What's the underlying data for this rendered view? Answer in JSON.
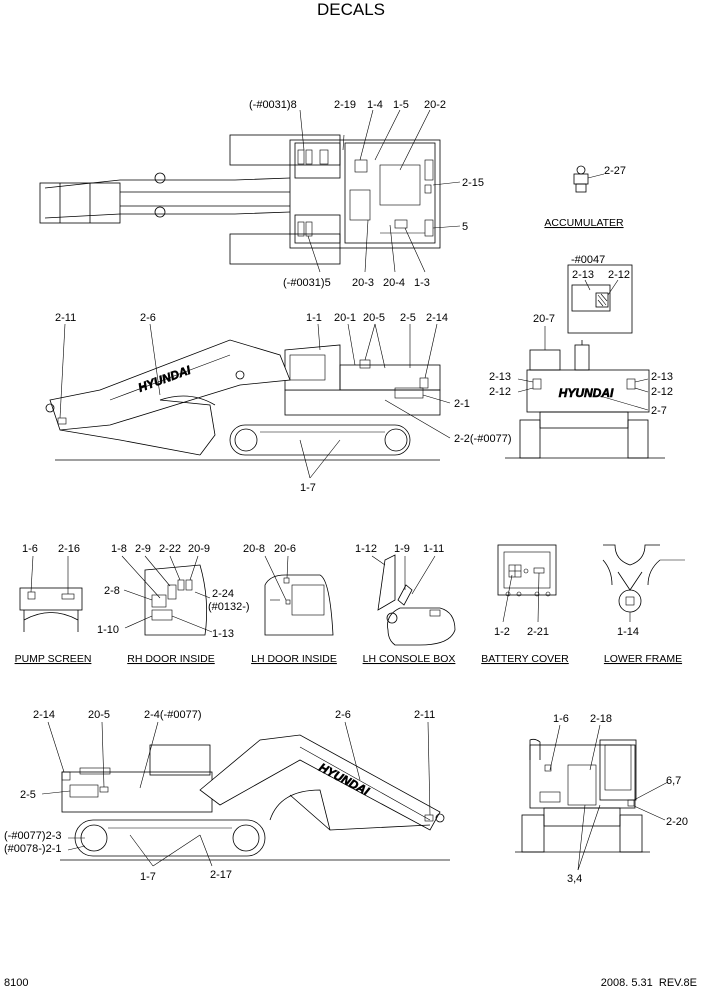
{
  "title": "DECALS",
  "footer": {
    "page": "8100",
    "date_rev": "2008. 5.31  REV.8E"
  },
  "top_view": {
    "labels": [
      "(-#0031)8",
      "2-19",
      "1-4",
      "1-5",
      "20-2",
      "2-15",
      "5",
      "(-#0031)5",
      "20-3",
      "20-4",
      "1-3"
    ]
  },
  "accumulator": {
    "label": "2-27",
    "caption": "ACCUMULATER"
  },
  "rear_view": {
    "inset_serial": "-#0047",
    "inset_labels": [
      "2-13",
      "2-12"
    ],
    "labels": [
      "20-7",
      "2-13",
      "2-12",
      "2-13",
      "2-12",
      "2-7"
    ]
  },
  "side_view": {
    "labels": [
      "2-11",
      "2-6",
      "1-1",
      "20-1",
      "20-5",
      "2-5",
      "2-14",
      "2-1",
      "2-2(-#0077)",
      "1-7"
    ],
    "boom_text": "HYUNDAI",
    "counterweight_text": "HYUNDAI"
  },
  "details": [
    {
      "caption": "PUMP SCREEN",
      "labels": [
        "1-6",
        "2-16"
      ]
    },
    {
      "caption": "RH DOOR INSIDE",
      "labels": [
        "1-8",
        "2-9",
        "2-22",
        "20-9",
        "2-8",
        "2-24",
        "(#0132-)",
        "1-10",
        "1-13"
      ]
    },
    {
      "caption": "LH DOOR INSIDE",
      "labels": [
        "20-8",
        "20-6"
      ]
    },
    {
      "caption": "LH CONSOLE BOX",
      "labels": [
        "1-12",
        "1-9",
        "1-11"
      ]
    },
    {
      "caption": "BATTERY COVER",
      "labels": [
        "1-2",
        "2-21"
      ]
    },
    {
      "caption": "LOWER FRAME",
      "labels": [
        "1-14"
      ]
    }
  ],
  "left_side_view": {
    "labels": [
      "2-14",
      "20-5",
      "2-4(-#0077)",
      "2-6",
      "2-11",
      "2-5",
      "(-#0077)2-3",
      "(#0078-)2-1",
      "1-7",
      "2-17"
    ],
    "boom_text": "HYUNDAI"
  },
  "front_view": {
    "labels": [
      "1-6",
      "2-18",
      "6,7",
      "2-20",
      "3,4"
    ]
  }
}
